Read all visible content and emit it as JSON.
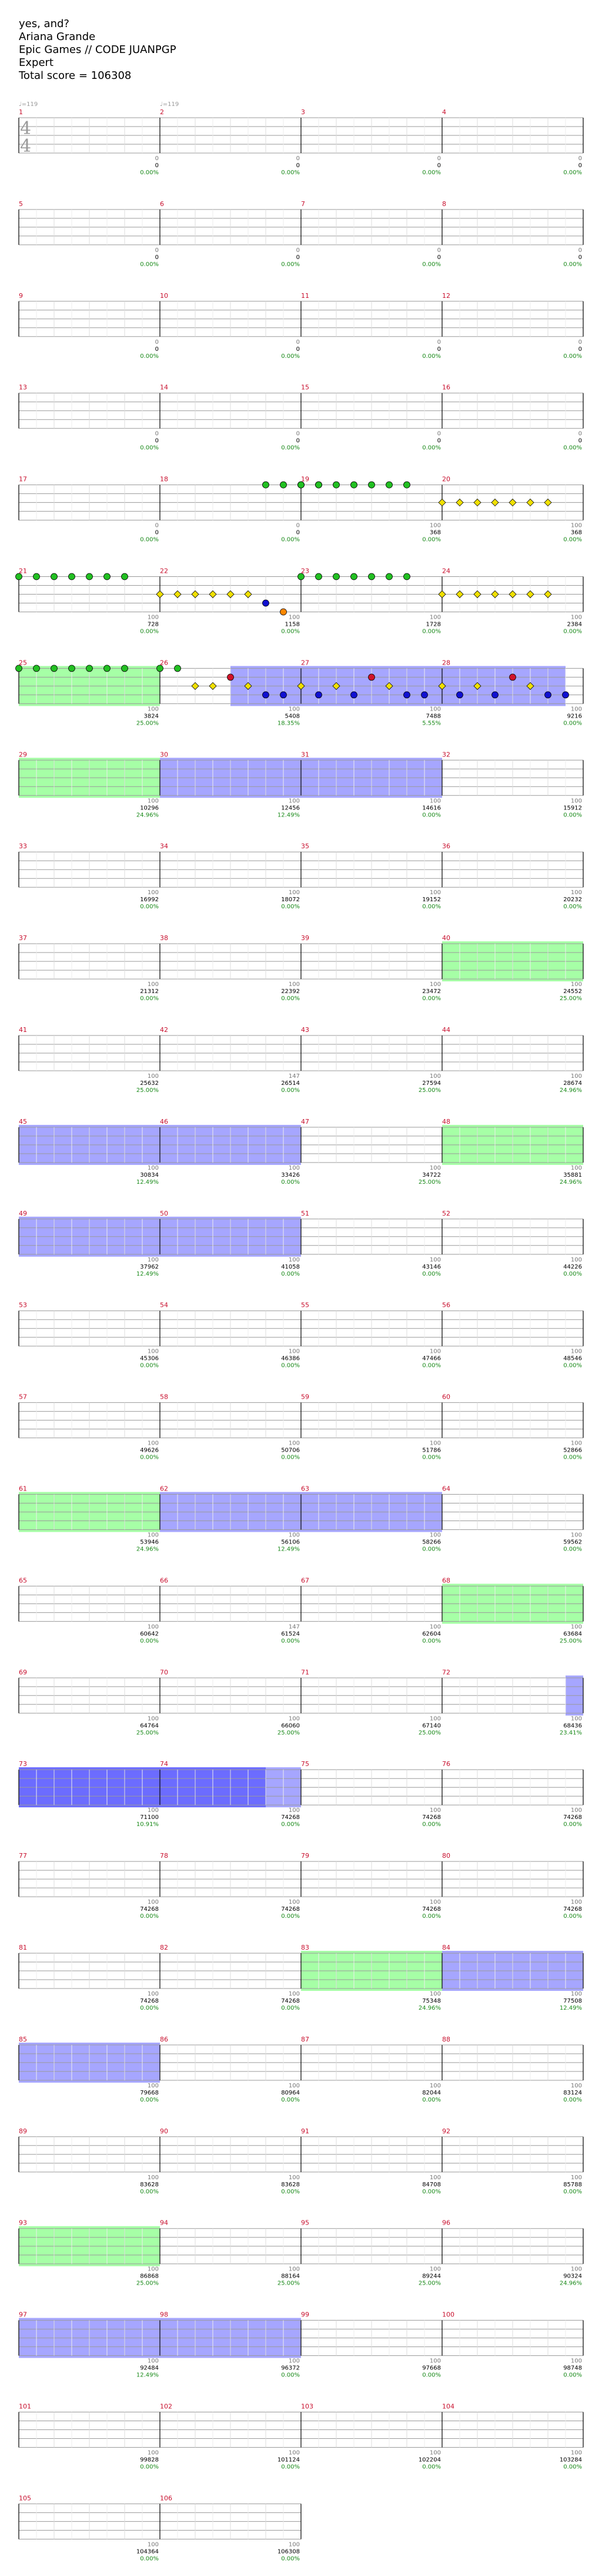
{
  "song": {
    "title": "yes, and?",
    "artist": "Ariana Grande",
    "charter": "Epic Games // CODE JUANPGP",
    "difficulty": "Expert",
    "total_score_label": "Total score = 106308"
  },
  "time_signature": {
    "numerator": "4",
    "denominator": "4"
  },
  "tempo_markers": [
    {
      "measure": 1,
      "beat": 0.0,
      "label": "♩=119"
    },
    {
      "measure": 2,
      "beat": 0.0,
      "label": "♩=119"
    }
  ],
  "lane_colors": {
    "green": "#22c022",
    "red": "#d0122a",
    "yellow": "#f0e000",
    "blue": "#1010d0",
    "orange": "#ff8800",
    "overdrive": "#00ff00",
    "solo": "#0000ff"
  },
  "chart_data": {
    "type": "table",
    "measures_per_row": 4,
    "lanes": [
      "green",
      "red",
      "yellow",
      "blue",
      "orange"
    ],
    "measure_count": 106,
    "notes": [
      [
        18,
        3,
        0
      ],
      [
        18,
        3.5,
        0
      ],
      [
        18,
        4,
        0
      ],
      [
        18,
        4.5,
        0
      ],
      [
        19,
        0,
        0
      ],
      [
        19,
        0.5,
        0
      ],
      [
        19,
        1,
        0
      ],
      [
        19,
        1.5,
        0
      ],
      [
        19,
        2,
        0
      ],
      [
        19,
        2.5,
        0
      ],
      [
        19,
        3,
        0
      ],
      [
        20,
        0,
        2
      ],
      [
        20,
        0.5,
        2
      ],
      [
        20,
        1,
        2
      ],
      [
        20,
        1.5,
        2
      ],
      [
        20,
        2,
        2
      ],
      [
        20,
        2.5,
        2
      ],
      [
        20,
        3,
        2
      ],
      [
        21,
        0,
        0
      ],
      [
        21,
        0.5,
        0
      ],
      [
        21,
        1,
        0
      ],
      [
        21,
        1.5,
        0
      ],
      [
        21,
        2,
        0
      ],
      [
        21,
        2.5,
        0
      ],
      [
        21,
        3,
        0
      ],
      [
        22,
        0,
        2
      ],
      [
        22,
        0.5,
        2
      ],
      [
        22,
        1,
        2
      ],
      [
        22,
        1.5,
        2
      ],
      [
        22,
        2,
        2
      ],
      [
        22,
        2.5,
        2
      ],
      [
        22,
        3,
        3
      ],
      [
        22,
        3.5,
        4
      ],
      [
        23,
        0,
        0
      ],
      [
        23,
        0.5,
        0
      ],
      [
        23,
        1,
        0
      ],
      [
        23,
        1.5,
        0
      ],
      [
        23,
        2,
        0
      ],
      [
        23,
        2.5,
        0
      ],
      [
        23,
        3,
        0
      ],
      [
        24,
        0,
        2
      ],
      [
        24,
        0.5,
        2
      ],
      [
        24,
        1,
        2
      ],
      [
        24,
        1.5,
        2
      ],
      [
        24,
        2,
        2
      ],
      [
        24,
        2.5,
        2
      ],
      [
        24,
        3,
        2
      ],
      [
        25,
        0,
        0
      ],
      [
        25,
        0.5,
        0
      ],
      [
        25,
        1,
        0
      ],
      [
        25,
        1.5,
        0
      ],
      [
        25,
        2,
        0
      ],
      [
        25,
        2.5,
        0
      ],
      [
        25,
        3,
        0
      ],
      [
        26,
        0,
        0
      ],
      [
        26,
        0.5,
        0
      ],
      [
        26,
        1,
        2
      ],
      [
        26,
        1.5,
        2
      ],
      [
        26,
        2,
        1
      ],
      [
        26,
        2.5,
        2
      ],
      [
        26,
        3,
        3
      ],
      [
        26,
        3.5,
        3
      ],
      [
        27,
        0,
        2
      ],
      [
        27,
        0.5,
        3
      ],
      [
        27,
        1,
        2
      ],
      [
        27,
        1.5,
        3
      ],
      [
        27,
        2,
        1
      ],
      [
        27,
        2.5,
        2
      ],
      [
        27,
        3,
        3
      ],
      [
        27,
        3.5,
        3
      ],
      [
        28,
        0,
        2
      ],
      [
        28,
        0.5,
        3
      ],
      [
        28,
        1,
        2
      ],
      [
        28,
        1.5,
        3
      ],
      [
        28,
        2,
        1
      ],
      [
        28,
        2.5,
        2
      ],
      [
        28,
        3,
        3
      ],
      [
        28,
        3.5,
        3
      ]
    ],
    "scores": [
      {
        "measure": 1,
        "notes": "0",
        "score": "0",
        "pct": "0.00%"
      },
      {
        "measure": 2,
        "notes": "0",
        "score": "0",
        "pct": "0.00%"
      },
      {
        "measure": 3,
        "notes": "0",
        "score": "0",
        "pct": "0.00%"
      },
      {
        "measure": 4,
        "notes": "0",
        "score": "0",
        "pct": "0.00%"
      },
      {
        "measure": 5,
        "notes": "0",
        "score": "0",
        "pct": "0.00%"
      },
      {
        "measure": 6,
        "notes": "0",
        "score": "0",
        "pct": "0.00%"
      },
      {
        "measure": 7,
        "notes": "0",
        "score": "0",
        "pct": "0.00%"
      },
      {
        "measure": 8,
        "notes": "0",
        "score": "0",
        "pct": "0.00%"
      },
      {
        "measure": 9,
        "notes": "0",
        "score": "0",
        "pct": "0.00%"
      },
      {
        "measure": 10,
        "notes": "0",
        "score": "0",
        "pct": "0.00%"
      },
      {
        "measure": 11,
        "notes": "0",
        "score": "0",
        "pct": "0.00%"
      },
      {
        "measure": 12,
        "notes": "0",
        "score": "0",
        "pct": "0.00%"
      },
      {
        "measure": 13,
        "notes": "0",
        "score": "0",
        "pct": "0.00%"
      },
      {
        "measure": 14,
        "notes": "0",
        "score": "0",
        "pct": "0.00%"
      },
      {
        "measure": 15,
        "notes": "0",
        "score": "0",
        "pct": "0.00%"
      },
      {
        "measure": 16,
        "notes": "0",
        "score": "0",
        "pct": "0.00%"
      },
      {
        "measure": 17,
        "notes": "0",
        "score": "0",
        "pct": "0.00%"
      },
      {
        "measure": 18,
        "notes": "0",
        "score": "0",
        "pct": "0.00%"
      },
      {
        "measure": 19,
        "notes": "100",
        "score": "368",
        "pct": "0.00%"
      },
      {
        "measure": 20,
        "notes": "100",
        "score": "368",
        "pct": "0.00%"
      },
      {
        "measure": 21,
        "notes": "100",
        "score": "728",
        "pct": "0.00%"
      },
      {
        "measure": 22,
        "notes": "100",
        "score": "1158",
        "pct": "0.00%"
      },
      {
        "measure": 23,
        "notes": "100",
        "score": "1728",
        "pct": "0.00%"
      },
      {
        "measure": 24,
        "notes": "100",
        "score": "2384",
        "pct": "0.00%"
      },
      {
        "measure": 25,
        "notes": "100",
        "score": "3824",
        "pct": "25.00%"
      },
      {
        "measure": 26,
        "notes": "100",
        "score": "5408",
        "pct": "18.35%"
      },
      {
        "measure": 27,
        "notes": "100",
        "score": "7488",
        "pct": "5.55%"
      },
      {
        "measure": 28,
        "notes": "100",
        "score": "9216",
        "pct": "0.00%"
      },
      {
        "measure": 29,
        "notes": "100",
        "score": "10296",
        "pct": "24.96%"
      },
      {
        "measure": 30,
        "notes": "100",
        "score": "12456",
        "pct": "12.49%"
      },
      {
        "measure": 31,
        "notes": "100",
        "score": "14616",
        "pct": "0.00%"
      },
      {
        "measure": 32,
        "notes": "100",
        "score": "15912",
        "pct": "0.00%"
      },
      {
        "measure": 33,
        "notes": "100",
        "score": "16992",
        "pct": "0.00%"
      },
      {
        "measure": 34,
        "notes": "100",
        "score": "18072",
        "pct": "0.00%"
      },
      {
        "measure": 35,
        "notes": "100",
        "score": "19152",
        "pct": "0.00%"
      },
      {
        "measure": 36,
        "notes": "100",
        "score": "20232",
        "pct": "0.00%"
      },
      {
        "measure": 37,
        "notes": "100",
        "score": "21312",
        "pct": "0.00%"
      },
      {
        "measure": 38,
        "notes": "100",
        "score": "22392",
        "pct": "0.00%"
      },
      {
        "measure": 39,
        "notes": "100",
        "score": "23472",
        "pct": "0.00%"
      },
      {
        "measure": 40,
        "notes": "100",
        "score": "24552",
        "pct": "25.00%"
      },
      {
        "measure": 41,
        "notes": "100",
        "score": "25632",
        "pct": "25.00%"
      },
      {
        "measure": 42,
        "notes": "147",
        "score": "26514",
        "pct": "0.00%"
      },
      {
        "measure": 43,
        "notes": "100",
        "score": "27594",
        "pct": "25.00%"
      },
      {
        "measure": 44,
        "notes": "100",
        "score": "28674",
        "pct": "24.96%"
      },
      {
        "measure": 45,
        "notes": "100",
        "score": "30834",
        "pct": "12.49%"
      },
      {
        "measure": 46,
        "notes": "100",
        "score": "33426",
        "pct": "0.00%"
      },
      {
        "measure": 47,
        "notes": "100",
        "score": "34722",
        "pct": "25.00%"
      },
      {
        "measure": 48,
        "notes": "100",
        "score": "35881",
        "pct": "24.96%"
      },
      {
        "measure": 49,
        "notes": "100",
        "score": "37962",
        "pct": "12.49%"
      },
      {
        "measure": 50,
        "notes": "100",
        "score": "41058",
        "pct": "0.00%"
      },
      {
        "measure": 51,
        "notes": "100",
        "score": "43146",
        "pct": "0.00%"
      },
      {
        "measure": 52,
        "notes": "100",
        "score": "44226",
        "pct": "0.00%"
      },
      {
        "measure": 53,
        "notes": "100",
        "score": "45306",
        "pct": "0.00%"
      },
      {
        "measure": 54,
        "notes": "100",
        "score": "46386",
        "pct": "0.00%"
      },
      {
        "measure": 55,
        "notes": "100",
        "score": "47466",
        "pct": "0.00%"
      },
      {
        "measure": 56,
        "notes": "100",
        "score": "48546",
        "pct": "0.00%"
      },
      {
        "measure": 57,
        "notes": "100",
        "score": "49626",
        "pct": "0.00%"
      },
      {
        "measure": 58,
        "notes": "100",
        "score": "50706",
        "pct": "0.00%"
      },
      {
        "measure": 59,
        "notes": "100",
        "score": "51786",
        "pct": "0.00%"
      },
      {
        "measure": 60,
        "notes": "100",
        "score": "52866",
        "pct": "0.00%"
      },
      {
        "measure": 61,
        "notes": "100",
        "score": "53946",
        "pct": "24.96%"
      },
      {
        "measure": 62,
        "notes": "100",
        "score": "56106",
        "pct": "12.49%"
      },
      {
        "measure": 63,
        "notes": "100",
        "score": "58266",
        "pct": "0.00%"
      },
      {
        "measure": 64,
        "notes": "100",
        "score": "59562",
        "pct": "0.00%"
      },
      {
        "measure": 65,
        "notes": "100",
        "score": "60642",
        "pct": "0.00%"
      },
      {
        "measure": 66,
        "notes": "147",
        "score": "61524",
        "pct": "0.00%"
      },
      {
        "measure": 67,
        "notes": "100",
        "score": "62604",
        "pct": "0.00%"
      },
      {
        "measure": 68,
        "notes": "100",
        "score": "63684",
        "pct": "25.00%"
      },
      {
        "measure": 69,
        "notes": "100",
        "score": "64764",
        "pct": "25.00%"
      },
      {
        "measure": 70,
        "notes": "100",
        "score": "66060",
        "pct": "25.00%"
      },
      {
        "measure": 71,
        "notes": "100",
        "score": "67140",
        "pct": "25.00%"
      },
      {
        "measure": 72,
        "notes": "100",
        "score": "68436",
        "pct": "23.41%"
      },
      {
        "measure": 73,
        "notes": "100",
        "score": "71100",
        "pct": "10.91%"
      },
      {
        "measure": 74,
        "notes": "100",
        "score": "74268",
        "pct": "0.00%"
      },
      {
        "measure": 75,
        "notes": "100",
        "score": "74268",
        "pct": "0.00%"
      },
      {
        "measure": 76,
        "notes": "100",
        "score": "74268",
        "pct": "0.00%"
      },
      {
        "measure": 77,
        "notes": "100",
        "score": "74268",
        "pct": "0.00%"
      },
      {
        "measure": 78,
        "notes": "100",
        "score": "74268",
        "pct": "0.00%"
      },
      {
        "measure": 79,
        "notes": "100",
        "score": "74268",
        "pct": "0.00%"
      },
      {
        "measure": 80,
        "notes": "100",
        "score": "74268",
        "pct": "0.00%"
      },
      {
        "measure": 81,
        "notes": "100",
        "score": "74268",
        "pct": "0.00%"
      },
      {
        "measure": 82,
        "notes": "100",
        "score": "74268",
        "pct": "0.00%"
      },
      {
        "measure": 83,
        "notes": "100",
        "score": "75348",
        "pct": "24.96%"
      },
      {
        "measure": 84,
        "notes": "100",
        "score": "77508",
        "pct": "12.49%"
      },
      {
        "measure": 85,
        "notes": "100",
        "score": "79668",
        "pct": "0.00%"
      },
      {
        "measure": 86,
        "notes": "100",
        "score": "80964",
        "pct": "0.00%"
      },
      {
        "measure": 87,
        "notes": "100",
        "score": "82044",
        "pct": "0.00%"
      },
      {
        "measure": 88,
        "notes": "100",
        "score": "83124",
        "pct": "0.00%"
      },
      {
        "measure": 89,
        "notes": "100",
        "score": "83628",
        "pct": "0.00%"
      },
      {
        "measure": 90,
        "notes": "100",
        "score": "83628",
        "pct": "0.00%"
      },
      {
        "measure": 91,
        "notes": "100",
        "score": "84708",
        "pct": "0.00%"
      },
      {
        "measure": 92,
        "notes": "100",
        "score": "85788",
        "pct": "0.00%"
      },
      {
        "measure": 93,
        "notes": "100",
        "score": "86868",
        "pct": "25.00%"
      },
      {
        "measure": 94,
        "notes": "100",
        "score": "88164",
        "pct": "25.00%"
      },
      {
        "measure": 95,
        "notes": "100",
        "score": "89244",
        "pct": "25.00%"
      },
      {
        "measure": 96,
        "notes": "100",
        "score": "90324",
        "pct": "24.96%"
      },
      {
        "measure": 97,
        "notes": "100",
        "score": "92484",
        "pct": "12.49%"
      },
      {
        "measure": 98,
        "notes": "100",
        "score": "96372",
        "pct": "0.00%"
      },
      {
        "measure": 99,
        "notes": "100",
        "score": "97668",
        "pct": "0.00%"
      },
      {
        "measure": 100,
        "notes": "100",
        "score": "98748",
        "pct": "0.00%"
      },
      {
        "measure": 101,
        "notes": "100",
        "score": "99828",
        "pct": "0.00%"
      },
      {
        "measure": 102,
        "notes": "100",
        "score": "101124",
        "pct": "0.00%"
      },
      {
        "measure": 103,
        "notes": "100",
        "score": "102204",
        "pct": "0.00%"
      },
      {
        "measure": 104,
        "notes": "100",
        "score": "103284",
        "pct": "0.00%"
      },
      {
        "measure": 105,
        "notes": "100",
        "score": "104364",
        "pct": "0.00%"
      },
      {
        "measure": 106,
        "notes": "100",
        "score": "106308",
        "pct": "0.00%"
      }
    ],
    "overdrive_phrases": [
      [
        25,
        0,
        26,
        0
      ],
      [
        29,
        0,
        30,
        0
      ],
      [
        40,
        0,
        41,
        0
      ],
      [
        48,
        0,
        49,
        0
      ],
      [
        61,
        0,
        62,
        0
      ],
      [
        68,
        0,
        69,
        0
      ],
      [
        83,
        0,
        84,
        0
      ],
      [
        93,
        0,
        94,
        0
      ]
    ],
    "solo_sections": [
      [
        26,
        2,
        28,
        3.5
      ],
      [
        30,
        0,
        32,
        0
      ],
      [
        45,
        0,
        47,
        0
      ],
      [
        49,
        0,
        51,
        0
      ],
      [
        62,
        0,
        64,
        0
      ],
      [
        72,
        3.5,
        75,
        0
      ],
      [
        73,
        0,
        74,
        3
      ],
      [
        84,
        0,
        86,
        0
      ],
      [
        97,
        0,
        99,
        0
      ]
    ]
  }
}
